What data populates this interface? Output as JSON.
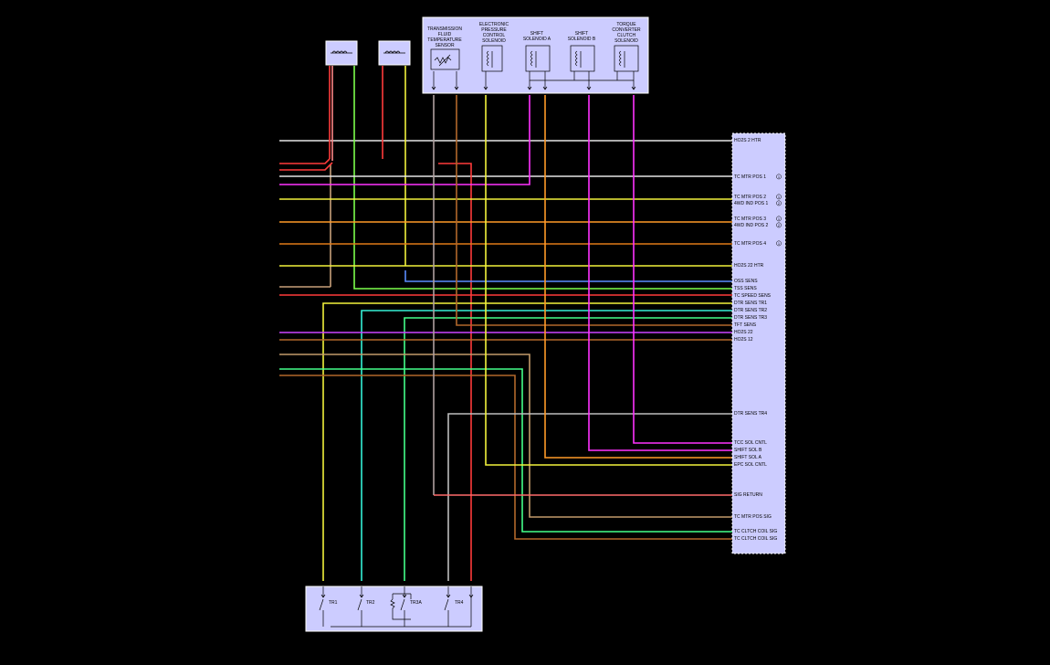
{
  "headers": [
    {
      "id": "tft",
      "lines": [
        "TRANSMISSION",
        "FLUID",
        "TEMPERATURE",
        "SENSOR"
      ]
    },
    {
      "id": "epc",
      "lines": [
        "ELECTRONIC",
        "PRESSURE",
        "CONTROL",
        "SOLENOID"
      ]
    },
    {
      "id": "ssa",
      "lines": [
        "SHIFT",
        "SOLENOID A"
      ]
    },
    {
      "id": "ssb",
      "lines": [
        "SHIFT",
        "SOLENOID B"
      ]
    },
    {
      "id": "tcc",
      "lines": [
        "TORQUE",
        "CONVERTER",
        "CLUTCH",
        "SOLENOID"
      ]
    }
  ],
  "pcm_labels": [
    {
      "text": "HO2S 2 HTR",
      "num": ""
    },
    {
      "text": "TC MTR POS 1",
      "num": "1"
    },
    {
      "text": "TC MTR POS 2",
      "num": "1"
    },
    {
      "text": "4WD IND POS 1",
      "num": "2"
    },
    {
      "text": "TC MTR POS 3",
      "num": "1"
    },
    {
      "text": "4WD IND POS 2",
      "num": "2"
    },
    {
      "text": "TC MTR POS 4",
      "num": "1"
    },
    {
      "text": "HO2S 22 HTR",
      "num": ""
    },
    {
      "text": "OSS SENS",
      "num": ""
    },
    {
      "text": "TSS SENS",
      "num": ""
    },
    {
      "text": "TC SPEED SENS",
      "num": ""
    },
    {
      "text": "DTR SENS TR1",
      "num": ""
    },
    {
      "text": "DTR SENS TR2",
      "num": ""
    },
    {
      "text": "DTR SENS TR3",
      "num": ""
    },
    {
      "text": "TFT SENS",
      "num": ""
    },
    {
      "text": "HO2S 22",
      "num": ""
    },
    {
      "text": "HO2S 12",
      "num": ""
    },
    {
      "text": "DTR SENS TR4",
      "num": ""
    },
    {
      "text": "TCC SOL CNTL",
      "num": ""
    },
    {
      "text": "SHIFT SOL B",
      "num": ""
    },
    {
      "text": "SHIFT SOL A",
      "num": ""
    },
    {
      "text": "EPC SOL CNTL",
      "num": ""
    },
    {
      "text": "SIG RETURN",
      "num": ""
    },
    {
      "text": "TC MTR POS SIG",
      "num": ""
    },
    {
      "text": "TC CLTCH COIL SIG",
      "num": ""
    },
    {
      "text": "TC CLTCH COIL SIG",
      "num": ""
    }
  ],
  "switches": [
    "TR1",
    "TR2",
    "TR3A",
    "TR4"
  ],
  "colors": {
    "background": "#000000",
    "box_fill": "#ccccff",
    "box_border": "#9999cc",
    "white": "#e6e6e6",
    "red": "#ff3b3b",
    "pink": "#ff6b6b",
    "tan": "#c8a07a",
    "lightgreen": "#7cff4c",
    "yellow": "#f2f23c",
    "orange": "#ff9a28",
    "darkorange": "#e07b18",
    "magenta": "#ff33ff",
    "purple": "#cc44ff",
    "violet": "#bb55ff",
    "blue": "#5b8cff",
    "cyan": "#35f0d6",
    "green": "#44ff8a",
    "brown": "#b2682a",
    "gray": "#bdbdbd",
    "lightbrown": "#c29a6a"
  }
}
